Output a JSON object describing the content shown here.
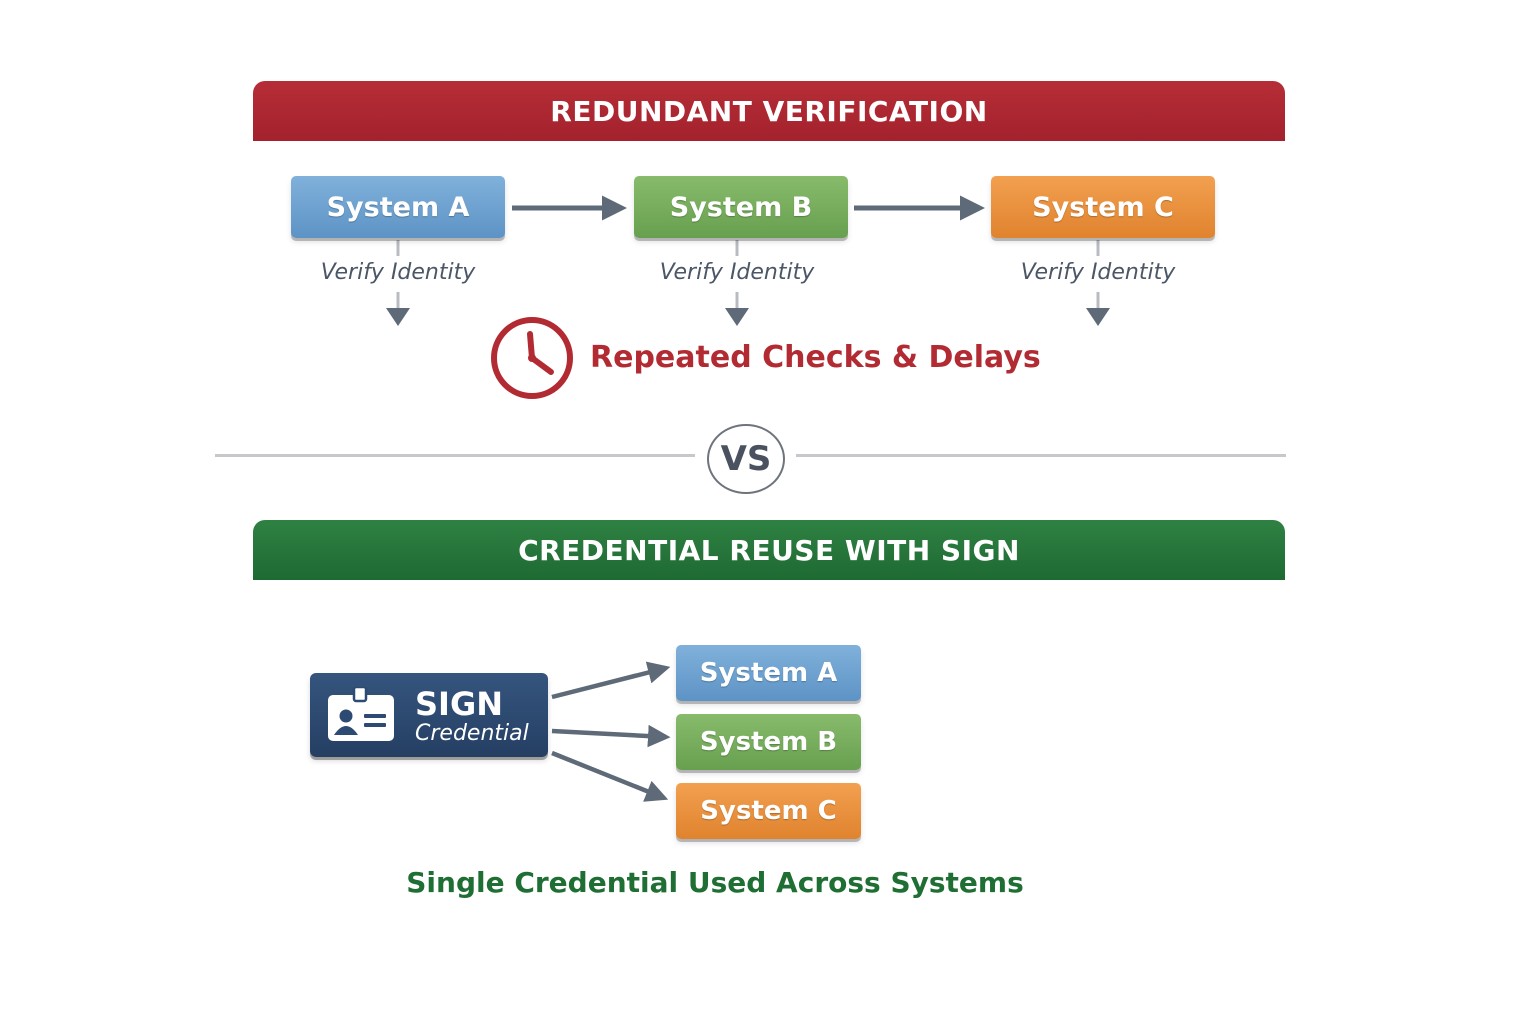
{
  "top_section": {
    "banner": "REDUNDANT VERIFICATION",
    "systems": [
      "System A",
      "System B",
      "System C"
    ],
    "verify_label": "Verify Identity",
    "problem_text": "Repeated Checks & Delays"
  },
  "divider": {
    "vs_text": "VS"
  },
  "bottom_section": {
    "banner": "CREDENTIAL REUSE WITH SIGN",
    "credential_title": "SIGN",
    "credential_subtitle": "Credential",
    "systems": [
      "System A",
      "System B",
      "System C"
    ],
    "caption": "Single Credential Used Across Systems"
  },
  "colors": {
    "red_banner": "#a3222d",
    "green_banner": "#1e6a33",
    "system_a": "#6a9ecd",
    "system_b": "#72a958",
    "system_c": "#e88c38",
    "credential": "#2d4a72",
    "arrow": "#5e6a78"
  },
  "icons": {
    "clock": "clock-icon",
    "credential": "id-card-icon"
  }
}
